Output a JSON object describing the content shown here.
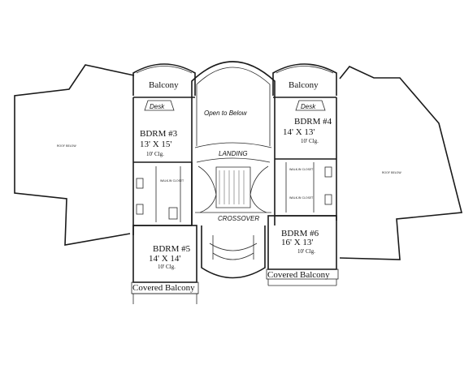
{
  "labels": {
    "balcony_left": "Balcony",
    "balcony_right": "Balcony",
    "desk_left": "Desk",
    "desk_right": "Desk",
    "open_to_below": "Open to Below",
    "landing": "LANDING",
    "crossover": "CROSSOVER",
    "bdrm3_name": "BDRM #3",
    "bdrm3_size": "13' X 15'",
    "bdrm3_clg": "10' Clg.",
    "bdrm4_name": "BDRM #4",
    "bdrm4_size": "14' X 13'",
    "bdrm4_clg": "10' Clg.",
    "bdrm5_name": "BDRM #5",
    "bdrm5_size": "14' X 14'",
    "bdrm5_clg": "10' Clg.",
    "bdrm6_name": "BDRM #6",
    "bdrm6_size": "16' X 13'",
    "bdrm6_clg": "10' Clg.",
    "covered_balcony_left": "Covered Balcony",
    "covered_balcony_right": "Covered Balcony",
    "roof_below_left": "ROOF BELOW",
    "roof_below_right": "ROOF BELOW",
    "walk_in_closet": "WALK-IN CLOSET"
  }
}
